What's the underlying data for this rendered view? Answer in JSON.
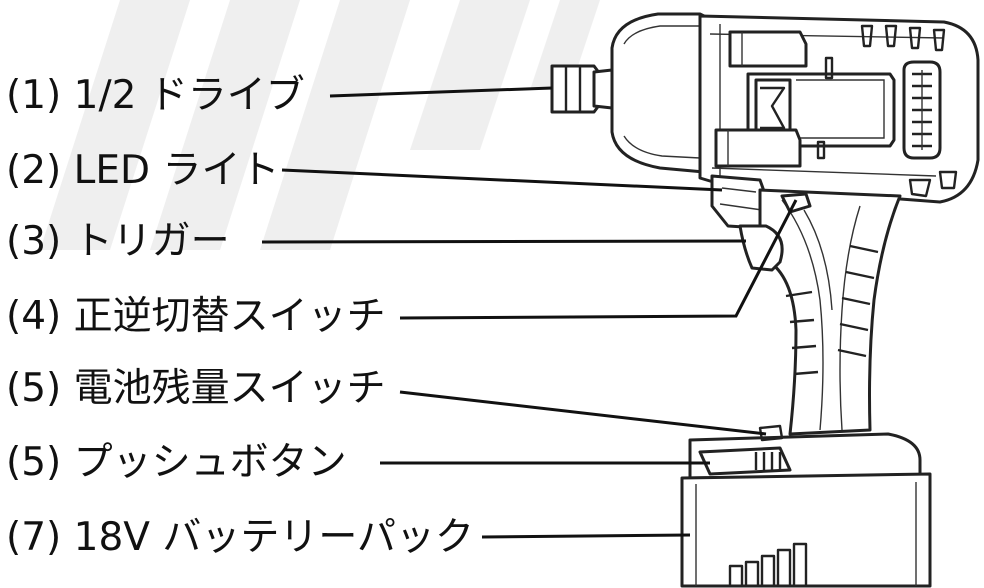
{
  "labels": [
    {
      "id": "drive",
      "text": "(1) 1/2 ドライブ"
    },
    {
      "id": "led-light",
      "text": "(2) LED ライト"
    },
    {
      "id": "trigger",
      "text": "(3) トリガー"
    },
    {
      "id": "direction-switch",
      "text": "(4) 正逆切替スイッチ"
    },
    {
      "id": "battery-level-switch",
      "text": "(5) 電池残量スイッチ"
    },
    {
      "id": "push-button",
      "text": "(5) プッシュボタン"
    },
    {
      "id": "battery-pack",
      "text": "(7) 18V バッテリーパック"
    }
  ],
  "colors": {
    "ink": "#111111",
    "background": "#ffffff",
    "watermark": "#efefef"
  }
}
